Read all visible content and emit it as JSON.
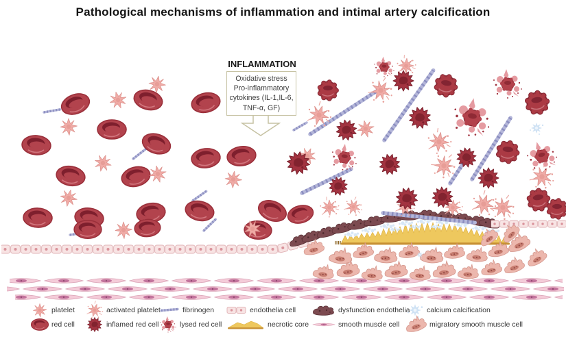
{
  "title": "Pathological mechanisms of inflammation and intimal artery calcification",
  "inflammation": {
    "heading": "INFLAMMATION",
    "lines": [
      "Oxidative stress",
      "Pro-inflammatory",
      "cytokines (IL-1,IL-6,",
      "TNF-α, GF)"
    ]
  },
  "legend": {
    "rows": [
      {
        "items": [
          {
            "icon": "platelet-icon",
            "label": "platelet"
          },
          {
            "icon": "activated-platelet-icon",
            "label": "activated platelet"
          },
          {
            "icon": "fibrinogen-icon",
            "label": "fibrinogen"
          },
          {
            "icon": "endothelia-cell-icon",
            "label": "endothelia cell"
          },
          {
            "icon": "dysfunction-endothelia-icon",
            "label": "dysfunction endothelia"
          },
          {
            "icon": "calcium-calcification-icon",
            "label": "calcium calcification"
          }
        ]
      },
      {
        "items": [
          {
            "icon": "red-cell-icon",
            "label": "red cell"
          },
          {
            "icon": "inflamed-red-cell-icon",
            "label": "inflamed red cell"
          },
          {
            "icon": "lysed-red-cell-icon",
            "label": "lysed red cell"
          },
          {
            "icon": "necrotic-core-icon",
            "label": "necrotic core"
          },
          {
            "icon": "smooth-muscle-cell-icon",
            "label": "smooth muscle cell"
          },
          {
            "icon": "migratory-smooth-muscle-cell-icon",
            "label": "migratory smooth muscle cell"
          }
        ]
      }
    ]
  },
  "colors": {
    "red_cell": "#b2434d",
    "inflamed_cell": "#a23340",
    "platelet": "#f0aba6",
    "fibrinogen": "#a8aacd",
    "endothelium": "#f8e4e4",
    "dysfunction_endothelia": "#7c4a50",
    "necrotic_core": "#eec85e",
    "calcification": "#d7e7f6",
    "smooth_muscle": "#f4cbd8",
    "migratory_smc": "#ecb7ad",
    "box_border": "#c6c2a3"
  }
}
